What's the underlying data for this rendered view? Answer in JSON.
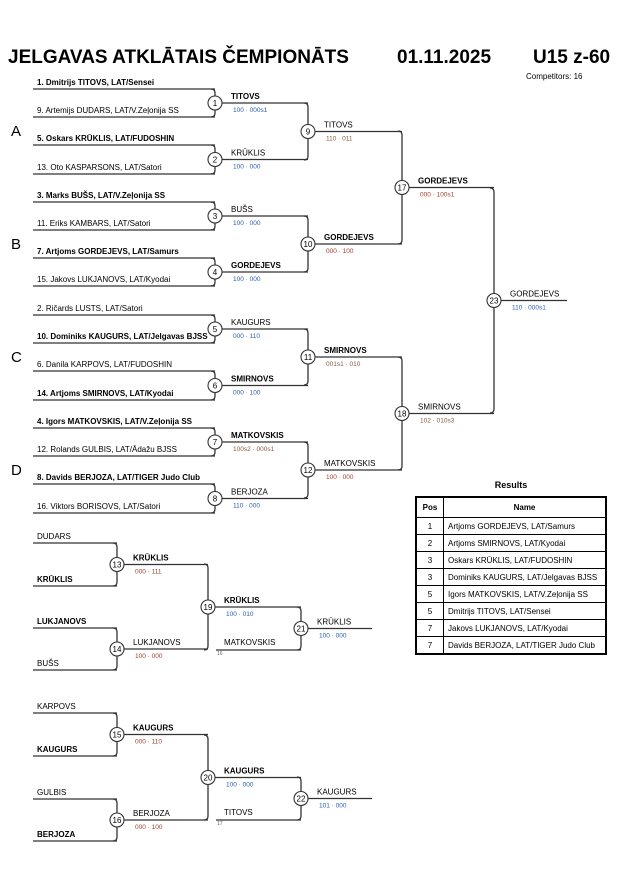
{
  "header": {
    "title": "JELGAVAS ATKLĀTAIS ČEMPIONĀTS",
    "date": "01.11.2025",
    "category": "U15 z-60",
    "competitors": "Competitors: 16"
  },
  "pools": [
    "A",
    "B",
    "C",
    "D"
  ],
  "entrants": [
    {
      "text": "1. Dmitrijs TITOVS, LAT/Sensei",
      "bold": true
    },
    {
      "text": "9. Artemijs DUDARS, LAT/V.Zeļonija SS",
      "bold": false
    },
    {
      "text": "5. Oskars KRŪKLIS, LAT/FUDOSHIN",
      "bold": true
    },
    {
      "text": "13. Oto KASPARSONS, LAT/Satori",
      "bold": false
    },
    {
      "text": "3. Marks BUŠS, LAT/V.Zeļonija SS",
      "bold": true
    },
    {
      "text": "11. Eriks KAMBARS, LAT/Satori",
      "bold": false
    },
    {
      "text": "7. Artjoms GORDEJEVS, LAT/Samurs",
      "bold": true
    },
    {
      "text": "15. Jakovs LUKJANOVS, LAT/Kyodai",
      "bold": false
    },
    {
      "text": "2. Ričards LUSTS, LAT/Satori",
      "bold": false
    },
    {
      "text": "10. Dominiks KAUGURS, LAT/Jelgavas BJSS",
      "bold": true
    },
    {
      "text": "6. Danila KARPOVS, LAT/FUDOSHIN",
      "bold": false
    },
    {
      "text": "14. Artjoms SMIRNOVS, LAT/Kyodai",
      "bold": true
    },
    {
      "text": "4. Igors MATKOVSKIS, LAT/V.Zeļonija SS",
      "bold": true
    },
    {
      "text": "12. Rolands GULBIS, LAT/Ādažu BJSS",
      "bold": false
    },
    {
      "text": "8. Davids BERJOZA, LAT/TIGER Judo Club",
      "bold": true
    },
    {
      "text": "16. Viktors BORISOVS, LAT/Satori",
      "bold": false
    }
  ],
  "repechage_entrants": [
    {
      "text": "DUDARS",
      "bold": false
    },
    {
      "text": "KRŪKLIS",
      "bold": true
    },
    {
      "text": "LUKJANOVS",
      "bold": true
    },
    {
      "text": "BUŠS",
      "bold": false
    },
    {
      "text": "KARPOVS",
      "bold": false
    },
    {
      "text": "KAUGURS",
      "bold": true
    },
    {
      "text": "GULBIS",
      "bold": false
    },
    {
      "text": "BERJOZA",
      "bold": true
    }
  ],
  "crossovers": [
    {
      "name": "MATKOVSKIS",
      "from_match": "16"
    },
    {
      "name": "TITOVS",
      "from_match": "17"
    }
  ],
  "matches": [
    {
      "num": "1",
      "winner": "TITOVS",
      "bold": true,
      "score": "100 · 000s1",
      "color": "#2a5db0"
    },
    {
      "num": "2",
      "winner": "KRŪKLIS",
      "bold": false,
      "score": "100 · 000",
      "color": "#2a5db0"
    },
    {
      "num": "3",
      "winner": "BUŠS",
      "bold": false,
      "score": "100 · 000",
      "color": "#2a5db0"
    },
    {
      "num": "4",
      "winner": "GORDEJEVS",
      "bold": true,
      "score": "100 · 000",
      "color": "#2a5db0"
    },
    {
      "num": "5",
      "winner": "KAUGURS",
      "bold": false,
      "score": "000 · 110",
      "color": "#2a5db0"
    },
    {
      "num": "6",
      "winner": "SMIRNOVS",
      "bold": true,
      "score": "000 · 100",
      "color": "#2a5db0"
    },
    {
      "num": "7",
      "winner": "MATKOVSKIS",
      "bold": true,
      "score": "100s2 · 000s1",
      "color": "#8a5a3a"
    },
    {
      "num": "8",
      "winner": "BERJOZA",
      "bold": false,
      "score": "110 · 000",
      "color": "#2a5db0"
    },
    {
      "num": "9",
      "winner": "TITOVS",
      "bold": false,
      "score": "110 · 011",
      "color": "#8a5a3a"
    },
    {
      "num": "10",
      "winner": "GORDEJEVS",
      "bold": true,
      "score": "000 · 100",
      "color": "#a0402d"
    },
    {
      "num": "11",
      "winner": "SMIRNOVS",
      "bold": true,
      "score": "001s1 · 010",
      "color": "#8a5a3a"
    },
    {
      "num": "12",
      "winner": "MATKOVSKIS",
      "bold": false,
      "score": "100 · 000",
      "color": "#a0402d"
    },
    {
      "num": "17",
      "winner": "GORDEJEVS",
      "bold": true,
      "score": "000 · 100s1",
      "color": "#a0402d"
    },
    {
      "num": "18",
      "winner": "SMIRNOVS",
      "bold": false,
      "score": "102 · 010s3",
      "color": "#8a5a3a"
    },
    {
      "num": "23",
      "winner": "GORDEJEVS",
      "bold": false,
      "score": "110 · 000s1",
      "color": "#2a5db0"
    },
    {
      "num": "13",
      "winner": "KRŪKLIS",
      "bold": true,
      "score": "000 · 111",
      "color": "#a0402d"
    },
    {
      "num": "14",
      "winner": "LUKJANOVS",
      "bold": false,
      "score": "100 · 000",
      "color": "#a0402d"
    },
    {
      "num": "19",
      "winner": "KRŪKLIS",
      "bold": true,
      "score": "100 · 010",
      "color": "#2a5db0"
    },
    {
      "num": "21",
      "winner": "KRŪKLIS",
      "bold": false,
      "score": "100 · 000",
      "color": "#2a5db0"
    },
    {
      "num": "15",
      "winner": "KAUGURS",
      "bold": true,
      "score": "000 · 110",
      "color": "#a0402d"
    },
    {
      "num": "16",
      "winner": "BERJOZA",
      "bold": false,
      "score": "000 · 100",
      "color": "#a0402d"
    },
    {
      "num": "20",
      "winner": "KAUGURS",
      "bold": true,
      "score": "100 · 000",
      "color": "#2a5db0"
    },
    {
      "num": "22",
      "winner": "KAUGURS",
      "bold": false,
      "score": "101 · 000",
      "color": "#2a5db0"
    }
  ],
  "results": {
    "title": "Results",
    "headers": {
      "pos": "Pos",
      "name": "Name"
    },
    "rows": [
      {
        "pos": "1",
        "name": "Artjoms GORDEJEVS, LAT/Samurs"
      },
      {
        "pos": "2",
        "name": "Artjoms SMIRNOVS, LAT/Kyodai"
      },
      {
        "pos": "3",
        "name": "Oskars KRŪKLIS, LAT/FUDOSHIN"
      },
      {
        "pos": "3",
        "name": "Dominiks KAUGURS, LAT/Jelgavas BJSS"
      },
      {
        "pos": "5",
        "name": "Igors MATKOVSKIS, LAT/V.Zeļonija SS"
      },
      {
        "pos": "5",
        "name": "Dmitrijs TITOVS, LAT/Sensei"
      },
      {
        "pos": "7",
        "name": "Jakovs LUKJANOVS, LAT/Kyodai"
      },
      {
        "pos": "7",
        "name": "Davids BERJOZA, LAT/TIGER Judo Club"
      }
    ]
  }
}
